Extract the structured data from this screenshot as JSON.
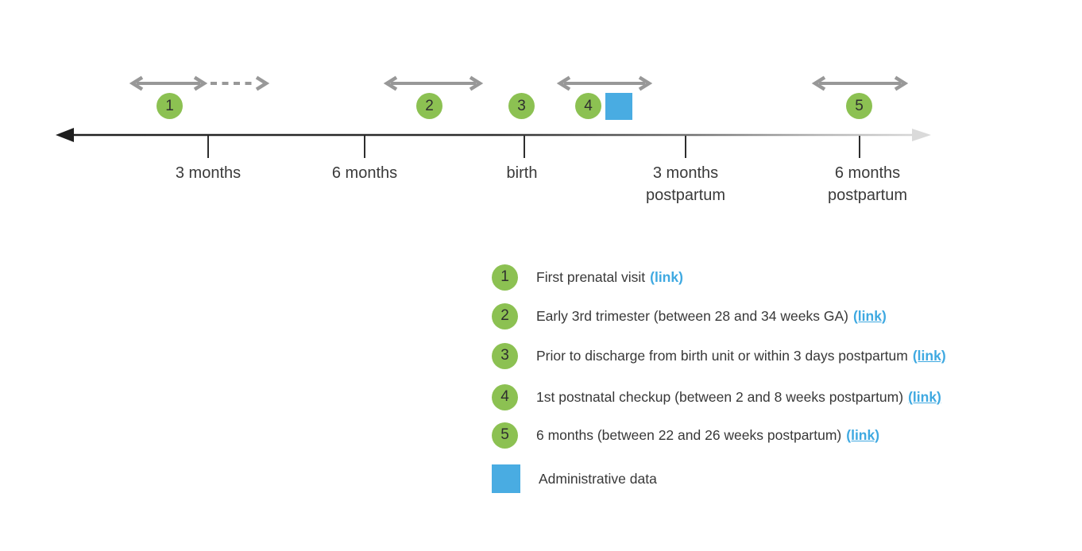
{
  "timeline": {
    "markers": [
      "1",
      "2",
      "3",
      "4",
      "5"
    ],
    "ticks": [
      {
        "line1": "3 months",
        "line2": ""
      },
      {
        "line1": "6 months",
        "line2": ""
      },
      {
        "line1": "birth",
        "line2": ""
      },
      {
        "line1": "3 months",
        "line2": "postpartum"
      },
      {
        "line1": "6 months",
        "line2": "postpartum"
      }
    ]
  },
  "legend": {
    "items": [
      {
        "number": "1",
        "text": "First prenatal visit",
        "link": "(link)"
      },
      {
        "number": "2",
        "text": "Early 3rd trimester (between 28 and 34 weeks GA)",
        "link": "(link)"
      },
      {
        "number": "3",
        "text": "Prior to discharge from birth unit or within 3 days postpartum",
        "link": "(link)"
      },
      {
        "number": "4",
        "text": "1st postnatal checkup (between 2 and 8 weeks postpartum)",
        "link": "(link)"
      },
      {
        "number": "5",
        "text": "6 months (between 22 and 26 weeks postpartum)",
        "link": "(link)"
      }
    ],
    "admin": {
      "text": "Administrative data"
    }
  },
  "colors": {
    "marker_green": "#8cc152",
    "admin_blue": "#49ace2",
    "link_blue": "#3fa9e1",
    "range_arrow_gray": "#989898",
    "axis_dark": "#1e1e1e",
    "axis_fade_light": "#dcdcdc",
    "text": "#3a3a3a"
  }
}
